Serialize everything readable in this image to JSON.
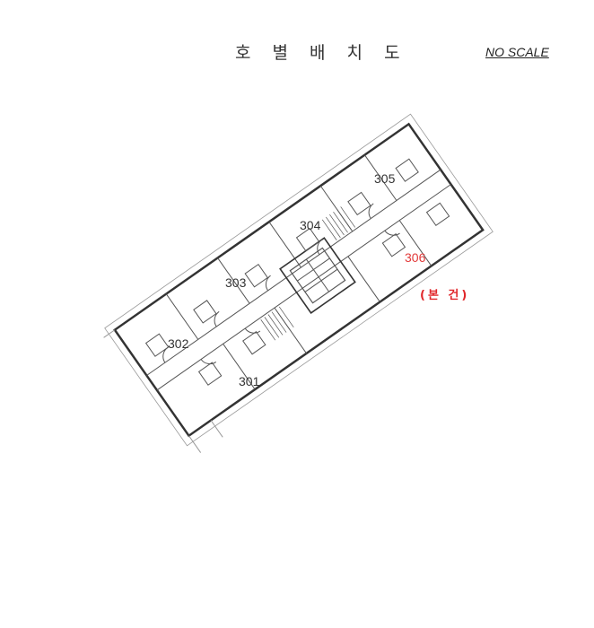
{
  "title": "호 별 배 치 도",
  "scale_note": "NO SCALE",
  "units": [
    {
      "label": "301"
    },
    {
      "label": "302"
    },
    {
      "label": "303"
    },
    {
      "label": "304"
    },
    {
      "label": "305"
    },
    {
      "label": "306",
      "highlight_color": "#e23a3a"
    }
  ],
  "subject_label": "(본 건)",
  "subject_color": "#e0262a"
}
